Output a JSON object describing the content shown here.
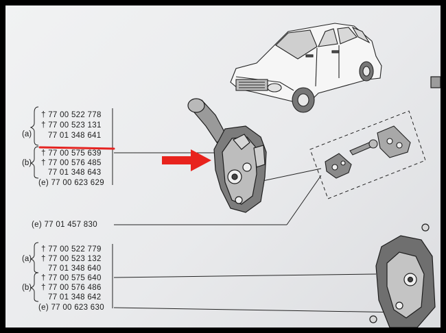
{
  "parts_upper": {
    "group_a_label": "(a)",
    "group_a": [
      "† 77 00 522 778",
      "† 77 00 523 131",
      "77 01 348 641"
    ],
    "group_b_label": "(b)",
    "group_b": [
      "† 77 00 575 639",
      "† 77 00 576 485",
      "77 01 348 643"
    ],
    "e_item": "(e) 77 00 623 629"
  },
  "part_middle": "(e) 77 01 457 830",
  "parts_lower": {
    "group_a_label": "(a)",
    "group_a": [
      "† 77 00 522 779",
      "† 77 00 523 132",
      "77 01 348 640"
    ],
    "group_b_label": "(b)",
    "group_b": [
      "† 77 00 575 640",
      "† 77 00 576 486",
      "77 01 348 642"
    ],
    "e_item": "(e) 77 00 623 630"
  },
  "highlight": {
    "underline_color": "#e52421",
    "arrow_color": "#e8231d"
  }
}
